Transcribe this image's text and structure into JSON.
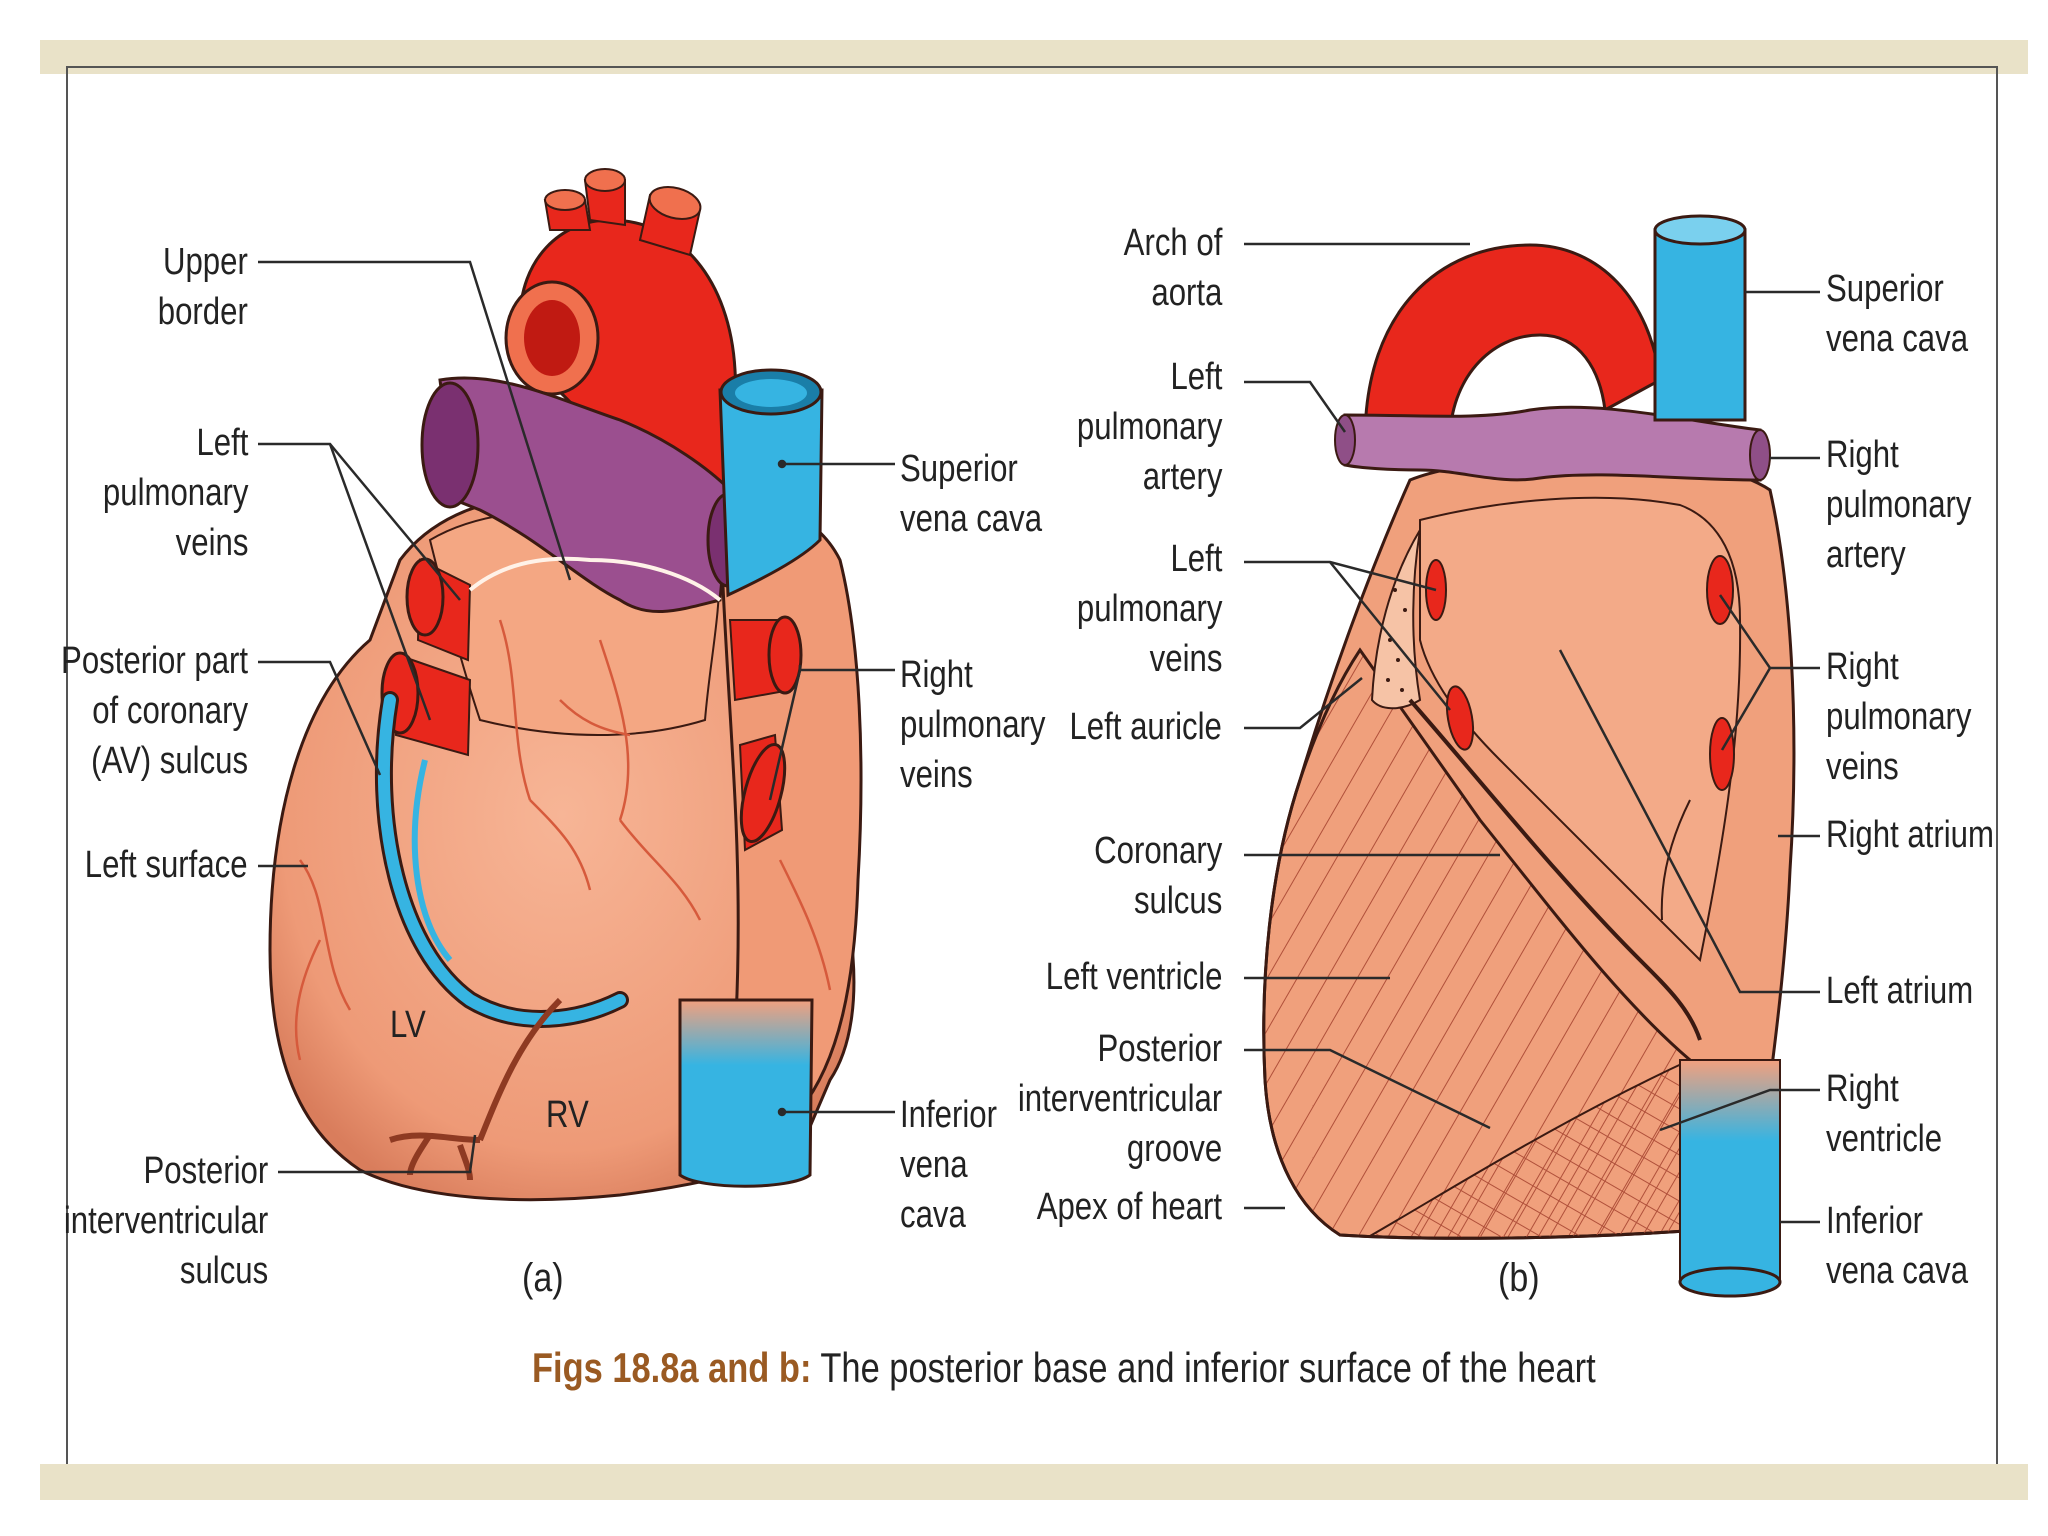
{
  "figure_a": {
    "labels": {
      "upper_border": "Upper\nborder",
      "left_pulmonary_veins": "Left\npulmonary\nveins",
      "posterior_coronary_sulcus": "Posterior part\nof coronary\n(AV) sulcus",
      "left_surface": "Left surface",
      "posterior_interventricular_sulcus": "Posterior\ninterventricular\nsulcus",
      "superior_vena_cava": "Superior\nvena cava",
      "right_pulmonary_veins": "Right\npulmonary\nveins",
      "inferior_vena_cava": "Inferior\nvena\ncava",
      "lv": "LV",
      "rv": "RV"
    },
    "sublabel": "(a)"
  },
  "figure_b": {
    "labels": {
      "arch_of_aorta": "Arch of\naorta",
      "left_pulmonary_artery": "Left\npulmonary\nartery",
      "left_pulmonary_veins": "Left\npulmonary\nveins",
      "left_auricle": "Left auricle",
      "coronary_sulcus": "Coronary\nsulcus",
      "left_ventricle": "Left ventricle",
      "posterior_interventricular_groove": "Posterior\ninterventricular\ngroove",
      "apex_of_heart": "Apex of heart",
      "superior_vena_cava": "Superior\nvena cava",
      "right_pulmonary_artery": "Right\npulmonary\nartery",
      "right_pulmonary_veins": "Right\npulmonary\nveins",
      "right_atrium": "Right atrium",
      "left_atrium": "Left atrium",
      "right_ventricle": "Right\nventricle",
      "inferior_vena_cava": "Inferior\nvena cava"
    },
    "sublabel": "(b)"
  },
  "caption": {
    "fig_number": "Figs 18.8a and b:",
    "text": " The posterior base and inferior surface of the heart"
  },
  "colors": {
    "heart_muscle": "#f2a07e",
    "aorta": "#e8271c",
    "pulmonary_vessel": "#9b4f8f",
    "vena_cava": "#36b4e2",
    "band": "#e9e2c8",
    "caption_accent": "#9a5a22"
  }
}
